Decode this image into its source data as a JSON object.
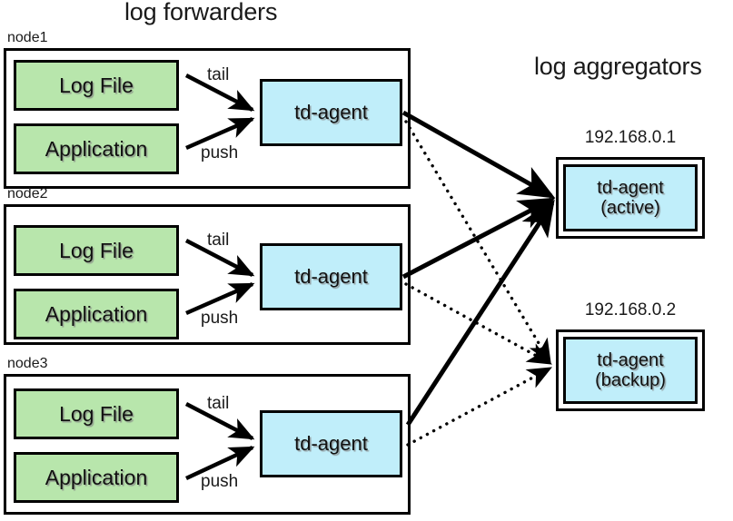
{
  "titles": {
    "forwarders": "log forwarders",
    "aggregators": "log aggregators"
  },
  "colors": {
    "source_fill": "#b8e6ac",
    "agent_fill": "#c0eefa",
    "stroke": "#000000",
    "background": "#ffffff"
  },
  "forwarders": [
    {
      "node_label": "node1",
      "log_file": "Log File",
      "application": "Application",
      "agent": "td-agent",
      "tail_label": "tail",
      "push_label": "push"
    },
    {
      "node_label": "node2",
      "log_file": "Log File",
      "application": "Application",
      "agent": "td-agent",
      "tail_label": "tail",
      "push_label": "push"
    },
    {
      "node_label": "node3",
      "log_file": "Log File",
      "application": "Application",
      "agent": "td-agent",
      "tail_label": "tail",
      "push_label": "push"
    }
  ],
  "aggregators": [
    {
      "ip": "192.168.0.1",
      "agent": "td-agent",
      "role": "(active)",
      "link_style": "solid"
    },
    {
      "ip": "192.168.0.2",
      "agent": "td-agent",
      "role": "(backup)",
      "link_style": "dotted"
    }
  ]
}
